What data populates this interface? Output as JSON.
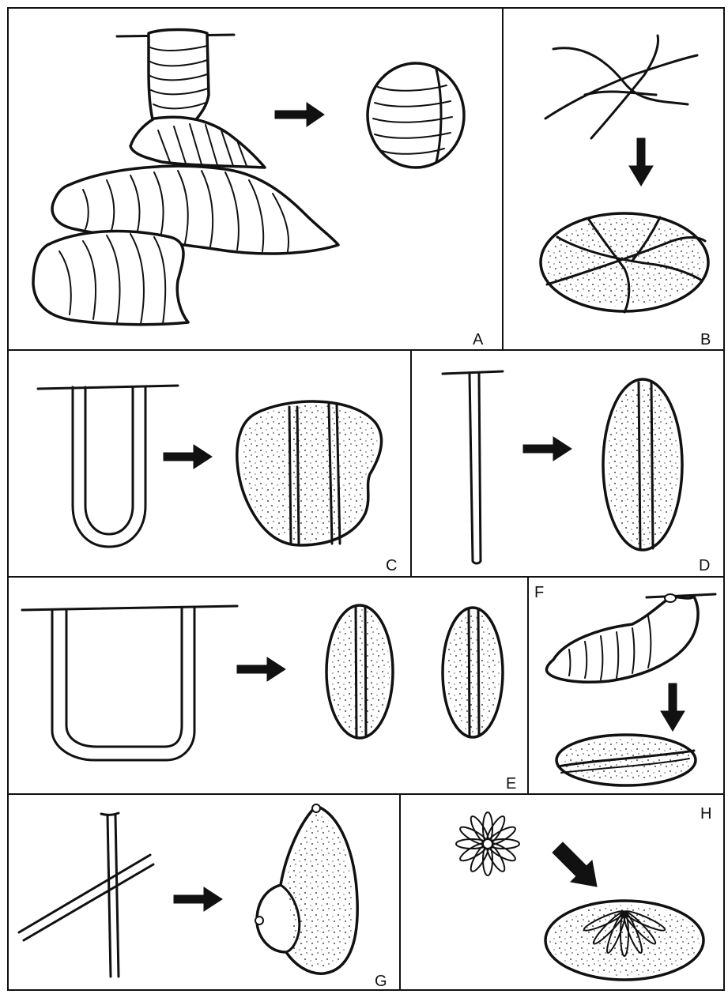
{
  "panels": [
    {
      "id": "A",
      "label": "A"
    },
    {
      "id": "B",
      "label": "B"
    },
    {
      "id": "C",
      "label": "C"
    },
    {
      "id": "D",
      "label": "D"
    },
    {
      "id": "E",
      "label": "E"
    },
    {
      "id": "F",
      "label": "F"
    },
    {
      "id": "G",
      "label": "G"
    },
    {
      "id": "H",
      "label": "H"
    }
  ],
  "colors": {
    "ink": "#111111",
    "background": "#ffffff"
  }
}
